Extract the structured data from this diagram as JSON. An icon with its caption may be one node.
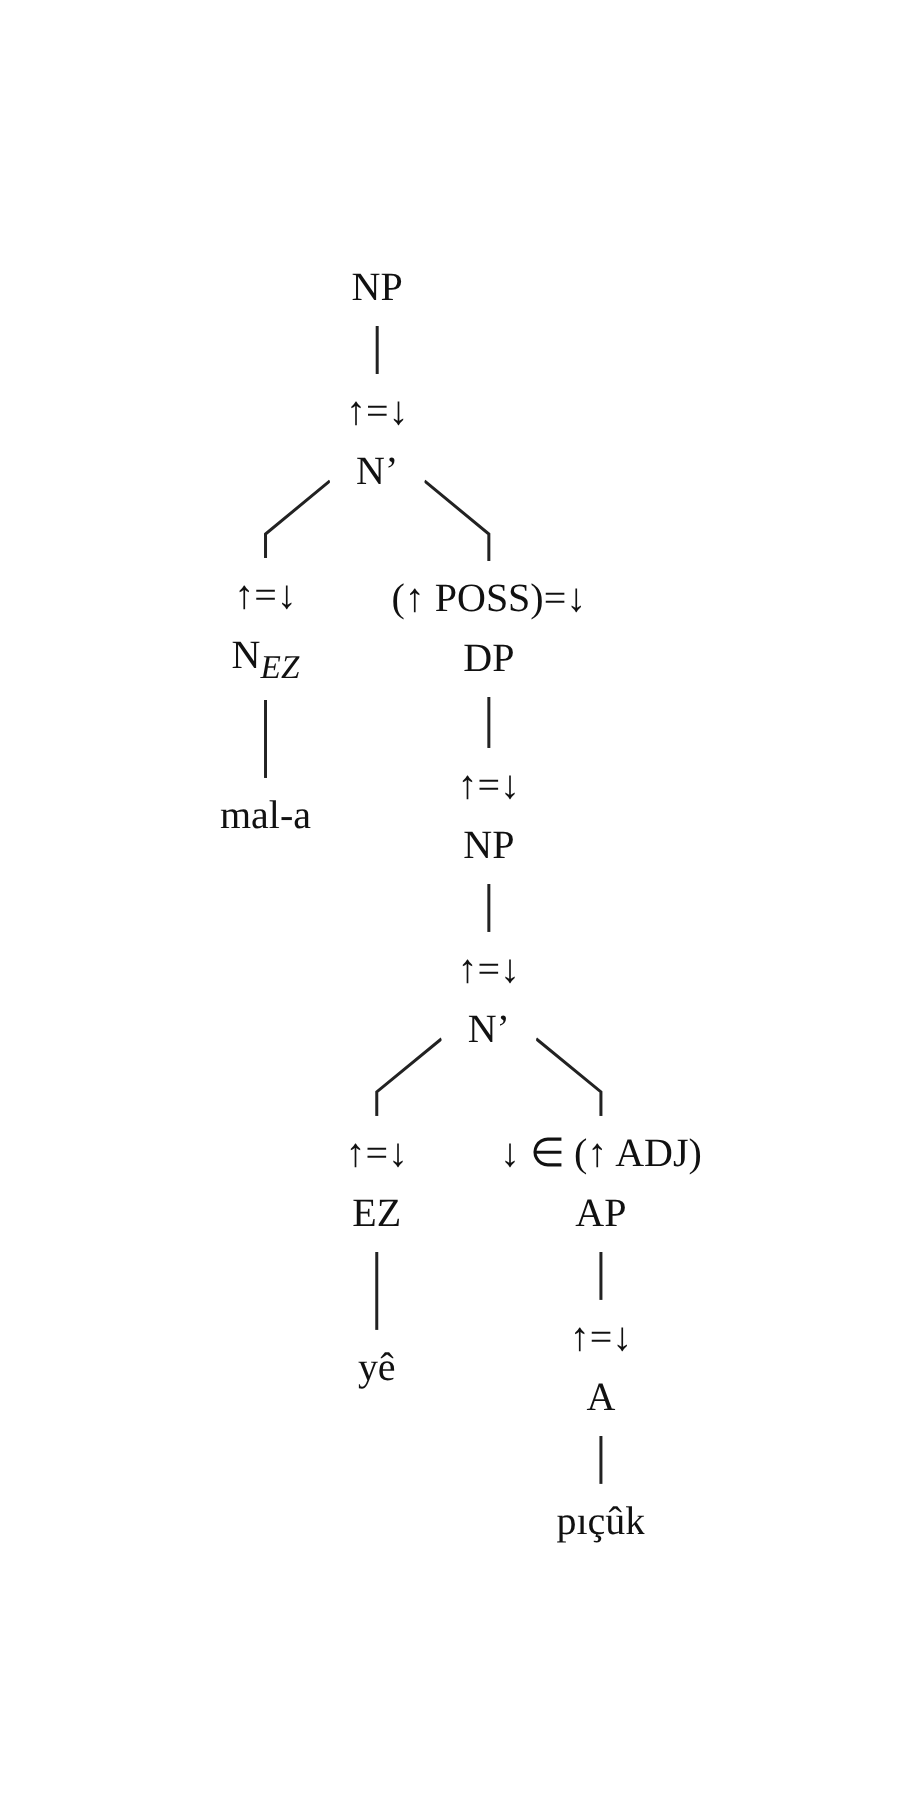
{
  "diagram": {
    "nodes": [
      {
        "text": [
          "NP"
        ]
      },
      {
        "text": [
          "↑=↓",
          "N’"
        ]
      },
      {
        "text": [
          "↑=↓",
          "N$_{EZ}$"
        ]
      },
      {
        "text": [
          "(↑ POSS)=↓",
          "DP"
        ]
      },
      {
        "text": [
          "mal-a"
        ]
      },
      {
        "text": [
          "↑=↓",
          "NP"
        ]
      },
      {
        "text": [
          "↑=↓",
          "N’"
        ]
      },
      {
        "text": [
          "↑=↓",
          "EZ"
        ]
      },
      {
        "text": [
          "↓ ∈ (↑ ADJ)",
          "AP"
        ]
      },
      {
        "text": [
          "yê"
        ]
      },
      {
        "text": [
          "↑=↓",
          "A"
        ]
      },
      {
        "text": [
          "pıçûk"
        ]
      }
    ],
    "edges": [
      {
        "from": 0,
        "to": 1,
        "arrow": "none"
      },
      {
        "from": 1,
        "to": 2,
        "arrow": "none"
      },
      {
        "from": 1,
        "to": 3,
        "arrow": "none"
      },
      {
        "from": 2,
        "to": 4,
        "arrow": "none"
      },
      {
        "from": 3,
        "to": 5,
        "arrow": "none"
      },
      {
        "from": 5,
        "to": 6,
        "arrow": "none"
      },
      {
        "from": 6,
        "to": 7,
        "arrow": "none"
      },
      {
        "from": 6,
        "to": 8,
        "arrow": "none"
      },
      {
        "from": 7,
        "to": 9,
        "arrow": "none"
      },
      {
        "from": 8,
        "to": 10,
        "arrow": "none"
      },
      {
        "from": 10,
        "to": 11,
        "arrow": "none"
      }
    ]
  }
}
